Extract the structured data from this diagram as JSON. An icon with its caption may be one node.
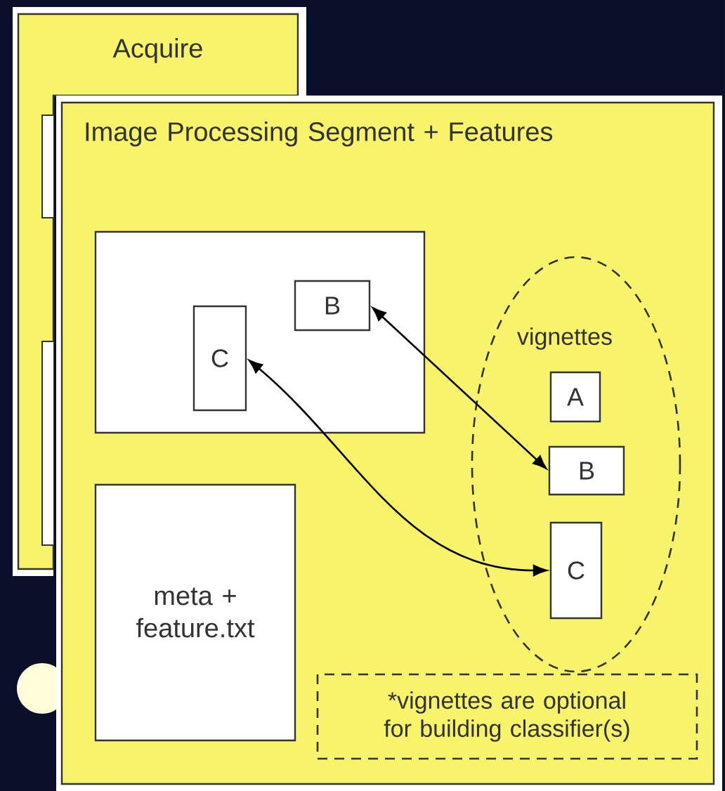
{
  "diagram": {
    "nodes": [
      {
        "text": [
          "Acquire"
        ]
      },
      {
        "text": [
          "Image Processing Segment + Features"
        ]
      },
      {
        "text": [],
        "shape": "box",
        "in": 1
      },
      {
        "text": [
          "B"
        ],
        "in": 2
      },
      {
        "text": [
          "C"
        ],
        "in": 2
      },
      {
        "text": [
          "vignettes"
        ],
        "in": 1
      },
      {
        "text": [
          "A"
        ],
        "in": 5
      },
      {
        "text": [
          "B"
        ],
        "in": 5
      },
      {
        "text": [
          "C"
        ],
        "in": 5
      },
      {
        "text": [
          "meta + feature.txt"
        ],
        "in": 1
      },
      {
        "text": [
          "*vignettes are optional for building classifier(s)"
        ],
        "in": 1
      }
    ],
    "edges": [
      {
        "from": 3,
        "to": 7,
        "arrow": "both"
      },
      {
        "from": 4,
        "to": 8,
        "arrow": "both"
      }
    ]
  }
}
